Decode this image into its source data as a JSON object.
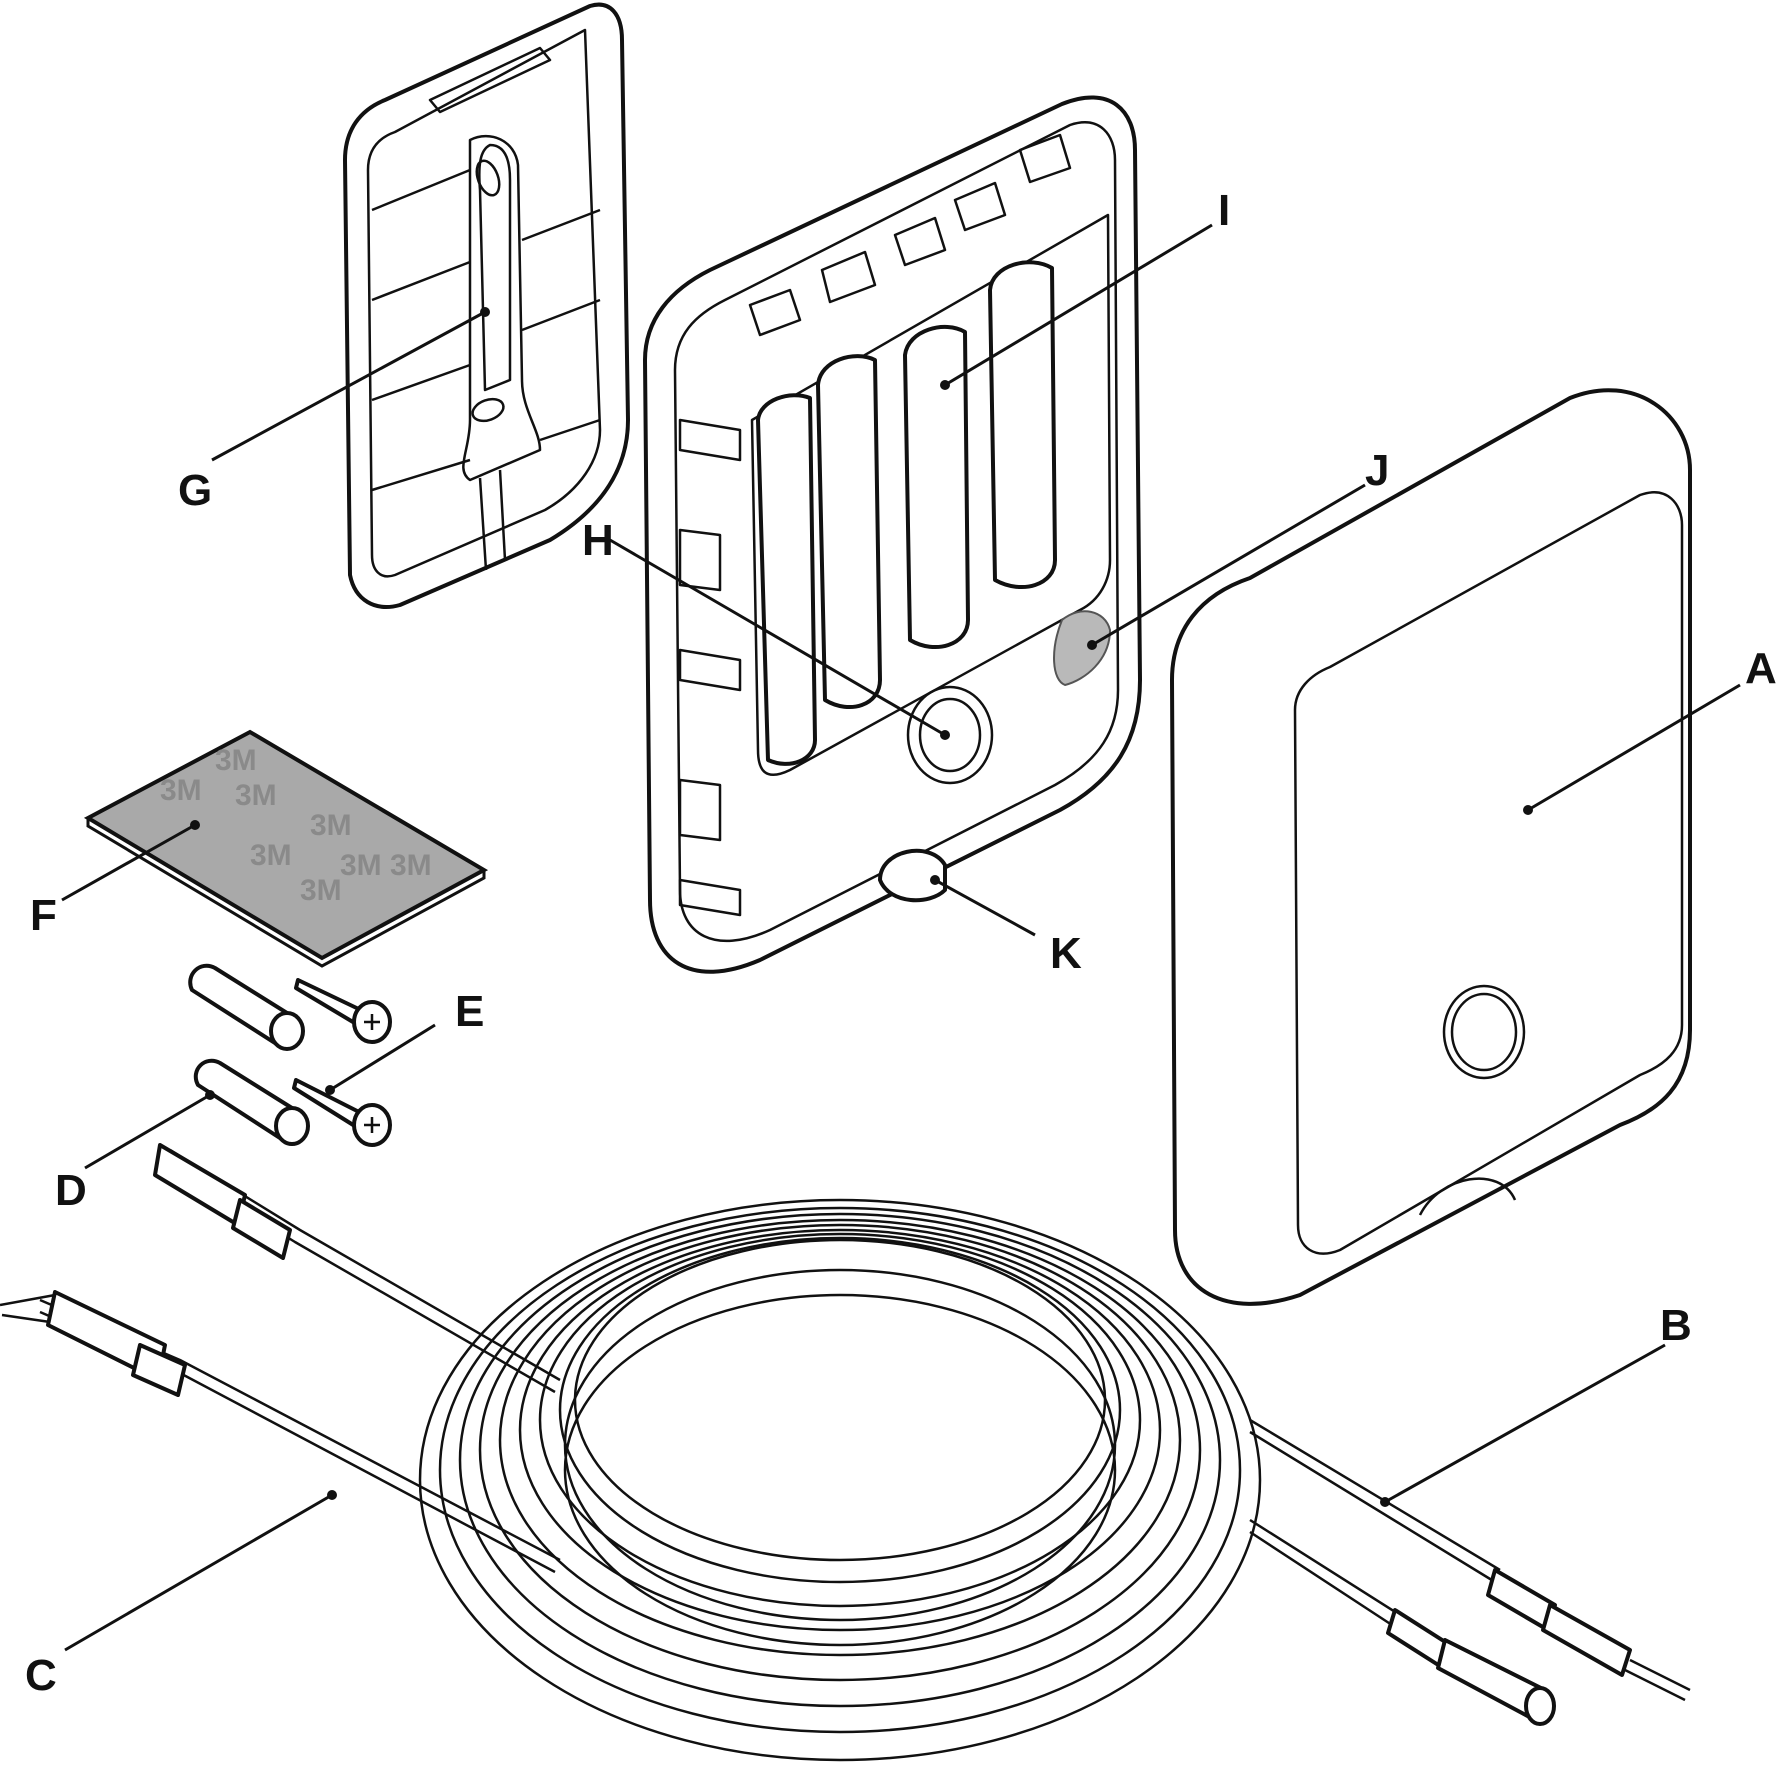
{
  "labels": {
    "A": "A",
    "B": "B",
    "C": "C",
    "D": "D",
    "E": "E",
    "F": "F",
    "G": "G",
    "H": "H",
    "I": "I",
    "J": "J",
    "K": "K"
  },
  "adhesive_pad_text": "3M",
  "colors": {
    "line": "#111111",
    "gasket": "#b9b9b9",
    "pad": "#a9a9a9",
    "pad_text": "#8a8a8a"
  }
}
